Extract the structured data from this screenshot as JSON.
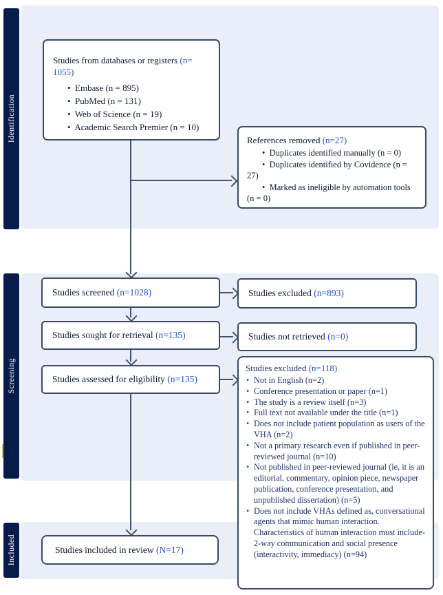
{
  "colors": {
    "stage_rail_navy": "#081c4b",
    "section_band_blue": "#e9eef8",
    "box_border": "#3a4a64",
    "arrow": "#42526b",
    "count_blue": "#2353c8",
    "body_text": "#0e1930",
    "detail_text": "#1e3166",
    "tick_gold": "#d9b96d"
  },
  "sidebar": {
    "identification": "Identification",
    "screening": "Screening",
    "included": "Included"
  },
  "boxes": {
    "databases": {
      "label": "Studies from databases or registers ",
      "n": "(n=\n1055)",
      "bullets": [
        "Embase (n = 895)",
        "PubMed (n = 131)",
        "Web of Science (n = 19)",
        "Academic Search Premier (n = 10)"
      ]
    },
    "references_removed": {
      "label": "References removed ",
      "n": "(n=27)",
      "bullets": [
        "Duplicates identified manually (n = 0)",
        "Duplicates identified by Covidence (n =\n27)",
        "Marked as ineligible by automation tools\n(n = 0)"
      ]
    },
    "screened": {
      "label": "Studies screened ",
      "n": "(n=1028)"
    },
    "excluded": {
      "label": "Studies excluded ",
      "n": "(n=893)"
    },
    "sought": {
      "label": "Studies sought for retrieval ",
      "n": "(n=135)"
    },
    "not_retrieved": {
      "label": "Studies not retrieved ",
      "n": "(n=0)"
    },
    "assessed": {
      "label": "Studies assessed for eligibility ",
      "n": "(n=135)"
    },
    "excluded_detail": {
      "label": "Studies excluded ",
      "n": "(n=118)",
      "bullets": [
        "Not in English (n=2)",
        "Conference presentation or paper (n=1)",
        "The study is a review itself (n=3)",
        "Full text not available under the title (n=1)",
        "Does not include patient population as users of the VHA (n=2)",
        "Not a primary research even if published in peer-reviewed journal (n=10)",
        "Not published in peer-reviewed journal (ie, it is an editorial, commentary, opinion piece, newspaper publication, conference presentation, and unpublished dissertation) (n=5)",
        "Does not include VHAs defined as, conversational agents that mimic human interaction. Characteristics of human interaction must include- 2-way communication and social presence (interactivity, immediacy) (n=94)"
      ]
    },
    "included": {
      "label": "Studies included in review ",
      "n": "(N=17)"
    }
  }
}
